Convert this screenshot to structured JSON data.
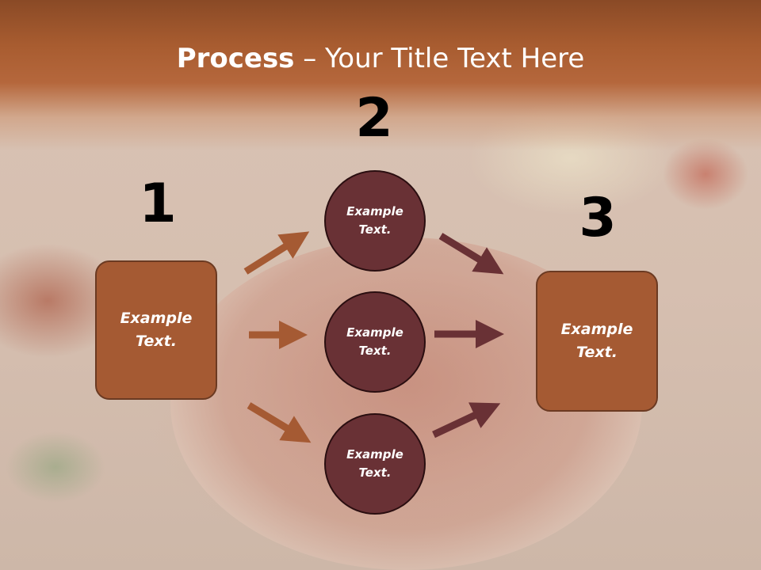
{
  "slide": {
    "title_bold": "Process",
    "title_rest": " – Your Title Text Here"
  },
  "steps": {
    "step1_number": "1",
    "step2_number": "2",
    "step3_number": "3"
  },
  "nodes": {
    "left_box": "Example\nText.",
    "circle_top": "Example\nText.",
    "circle_middle": "Example\nText.",
    "circle_bottom": "Example\nText.",
    "right_box": "Example\nText."
  },
  "colors": {
    "box_fill": "#a55a33",
    "circle_fill": "#693135",
    "arrow_left": "#a55a33",
    "arrow_right": "#693135",
    "header": "#a85c30"
  }
}
